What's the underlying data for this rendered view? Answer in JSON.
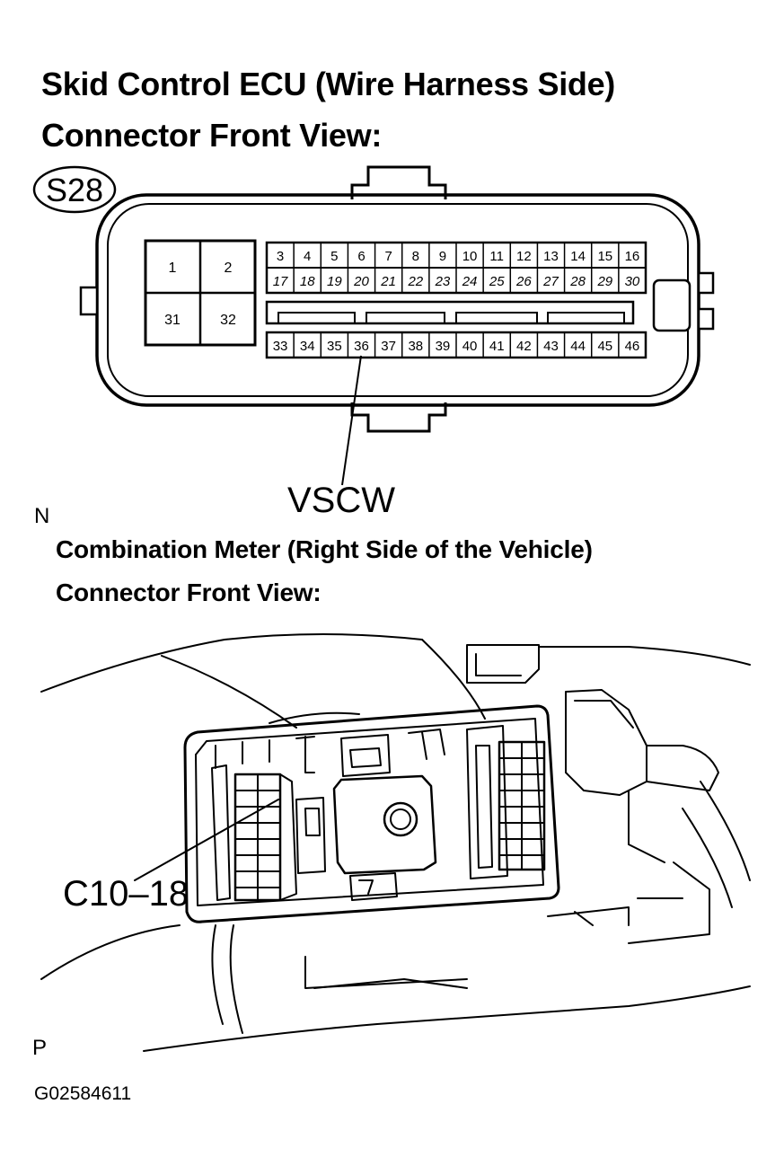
{
  "top": {
    "title_line1": "Skid Control ECU (Wire Harness Side)",
    "title_line2": "Connector Front View:",
    "connector_id": "S28",
    "large_pins": [
      "1",
      "2",
      "31",
      "32"
    ],
    "row1_pins": [
      "3",
      "4",
      "5",
      "6",
      "7",
      "8",
      "9",
      "10",
      "11",
      "12",
      "13",
      "14",
      "15",
      "16"
    ],
    "row2_pins": [
      "17",
      "18",
      "19",
      "20",
      "21",
      "22",
      "23",
      "24",
      "25",
      "26",
      "27",
      "28",
      "29",
      "30"
    ],
    "row3_pins": [
      "33",
      "34",
      "35",
      "36",
      "37",
      "38",
      "39",
      "40",
      "41",
      "42",
      "43",
      "44",
      "45",
      "46"
    ],
    "callout_label": "VSCW"
  },
  "marker_n": "N",
  "bottom": {
    "title_line1": "Combination Meter (Right Side of the Vehicle)",
    "title_line2": "Connector Front View:",
    "callout_label": "C10–18"
  },
  "marker_p": "P",
  "figure_code": "G02584611"
}
